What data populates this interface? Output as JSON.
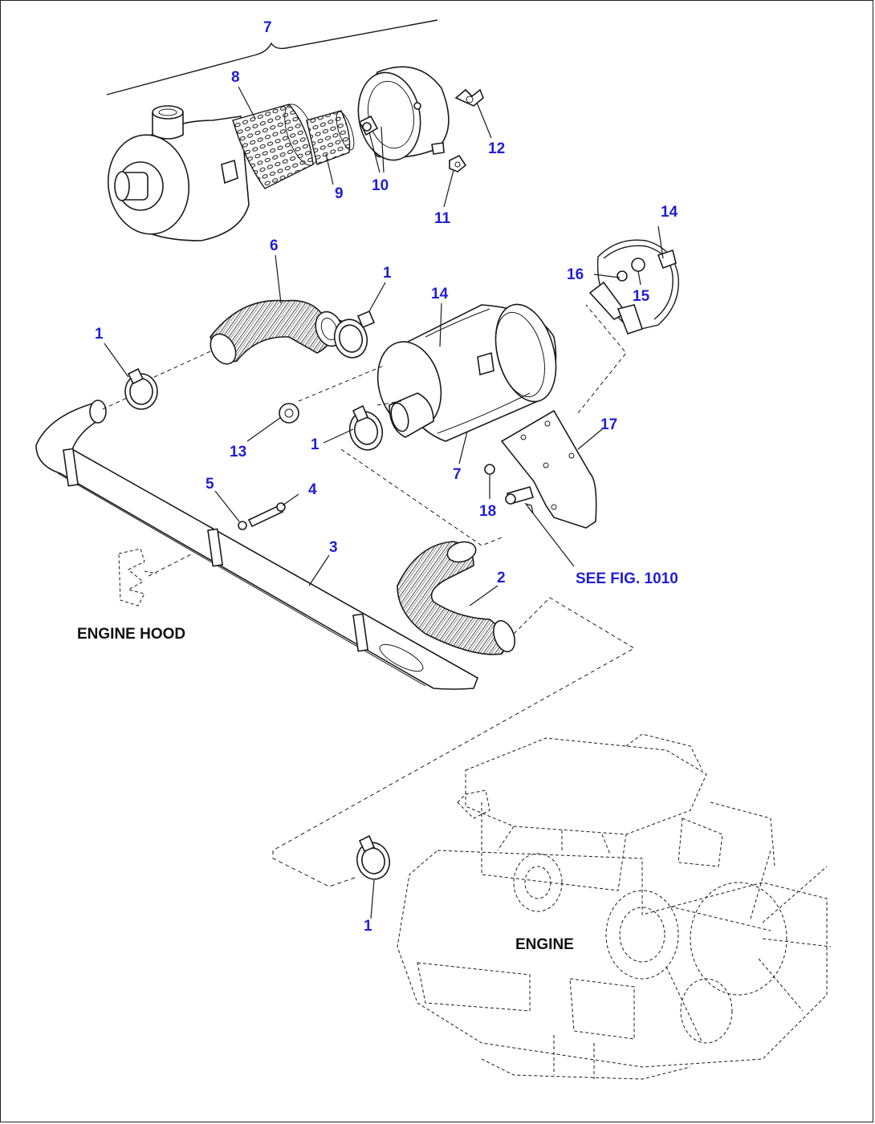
{
  "figure": {
    "callouts": [
      {
        "id": "c7a",
        "label": "7"
      },
      {
        "id": "c8",
        "label": "8"
      },
      {
        "id": "c9",
        "label": "9"
      },
      {
        "id": "c10",
        "label": "10"
      },
      {
        "id": "c11",
        "label": "11"
      },
      {
        "id": "c12",
        "label": "12"
      },
      {
        "id": "c14a",
        "label": "14"
      },
      {
        "id": "c16",
        "label": "16"
      },
      {
        "id": "c15",
        "label": "15"
      },
      {
        "id": "c6",
        "label": "6"
      },
      {
        "id": "c1a",
        "label": "1"
      },
      {
        "id": "c14b",
        "label": "14"
      },
      {
        "id": "c1b",
        "label": "1"
      },
      {
        "id": "c13",
        "label": "13"
      },
      {
        "id": "c1c",
        "label": "1"
      },
      {
        "id": "c7b",
        "label": "7"
      },
      {
        "id": "c17",
        "label": "17"
      },
      {
        "id": "c18",
        "label": "18"
      },
      {
        "id": "c5",
        "label": "5"
      },
      {
        "id": "c4",
        "label": "4"
      },
      {
        "id": "c3",
        "label": "3"
      },
      {
        "id": "c2",
        "label": "2"
      },
      {
        "id": "c1d",
        "label": "1"
      }
    ],
    "captions": {
      "engine_hood": "ENGINE HOOD",
      "engine": "ENGINE",
      "see_fig": "SEE FIG. 1010"
    },
    "colors": {
      "callout": "#1f1fd6",
      "caption": "#111111",
      "line": "#1a1a1a"
    }
  }
}
